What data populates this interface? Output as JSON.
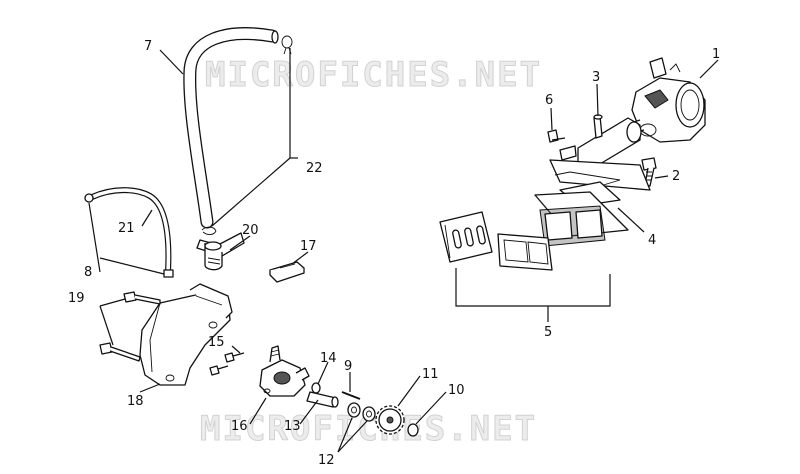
{
  "watermark": {
    "top": "MICROFICHES.NET",
    "bottom": "MICROFICHES.NET"
  },
  "callouts": [
    "1",
    "2",
    "3",
    "4",
    "5",
    "6",
    "7",
    "8",
    "9",
    "10",
    "11",
    "12",
    "13",
    "14",
    "15",
    "16",
    "17",
    "18",
    "19",
    "20",
    "21",
    "22"
  ]
}
